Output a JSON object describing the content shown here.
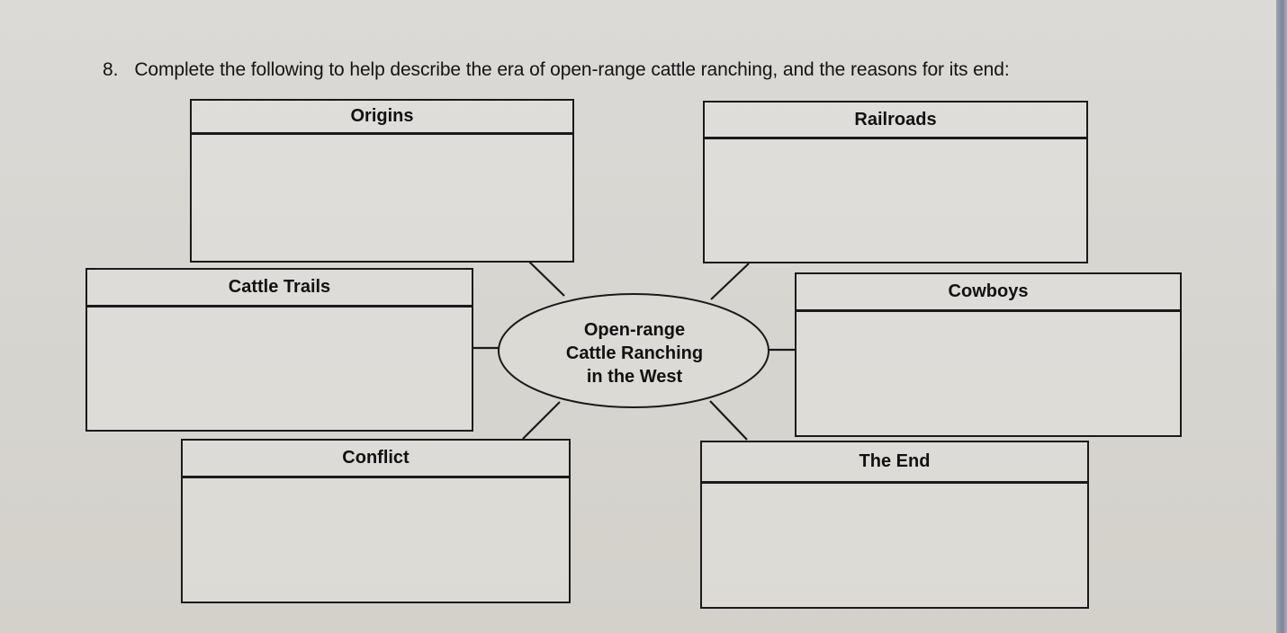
{
  "question": {
    "number": "8.",
    "text": "Complete the following to help describe the era of open-range cattle ranching, and the reasons for its end:"
  },
  "center": {
    "lines": [
      "Open-range",
      "Cattle Ranching",
      "in the West"
    ]
  },
  "boxes": {
    "origins": {
      "title": "Origins",
      "answer": ""
    },
    "railroads": {
      "title": "Railroads",
      "answer": ""
    },
    "cattle_trails": {
      "title": "Cattle Trails",
      "answer": ""
    },
    "cowboys": {
      "title": "Cowboys",
      "answer": ""
    },
    "conflict": {
      "title": "Conflict",
      "answer": ""
    },
    "the_end": {
      "title": "The End",
      "answer": ""
    }
  },
  "colors": {
    "ink": "#1a1a1a",
    "paper": "#d9d6d1",
    "screen_edge": "#7e8497"
  }
}
